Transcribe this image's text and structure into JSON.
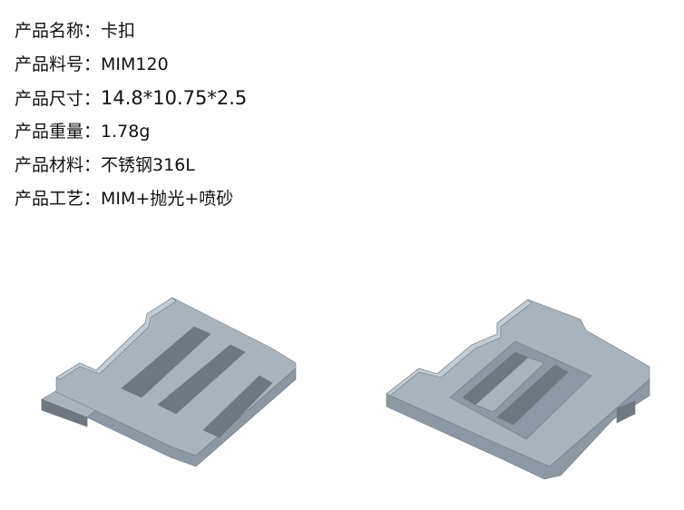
{
  "specs": [
    {
      "label": "产品名称：",
      "value": "卡扣"
    },
    {
      "label": "产品料号：",
      "value": "MIM120"
    },
    {
      "label": "产品尺寸：",
      "value": "14.8*10.75*2.5"
    },
    {
      "label": "产品重量：",
      "value": "1.78g"
    },
    {
      "label": "产品材料：",
      "value": "不锈钢316L"
    },
    {
      "label": "产品工艺：",
      "value": "MIM+抛光+喷砂"
    }
  ],
  "colors": {
    "part_top": "#a9b3bc",
    "part_side": "#8e98a2",
    "part_dark": "#6f7881",
    "part_highlight": "#c3ccd4"
  }
}
